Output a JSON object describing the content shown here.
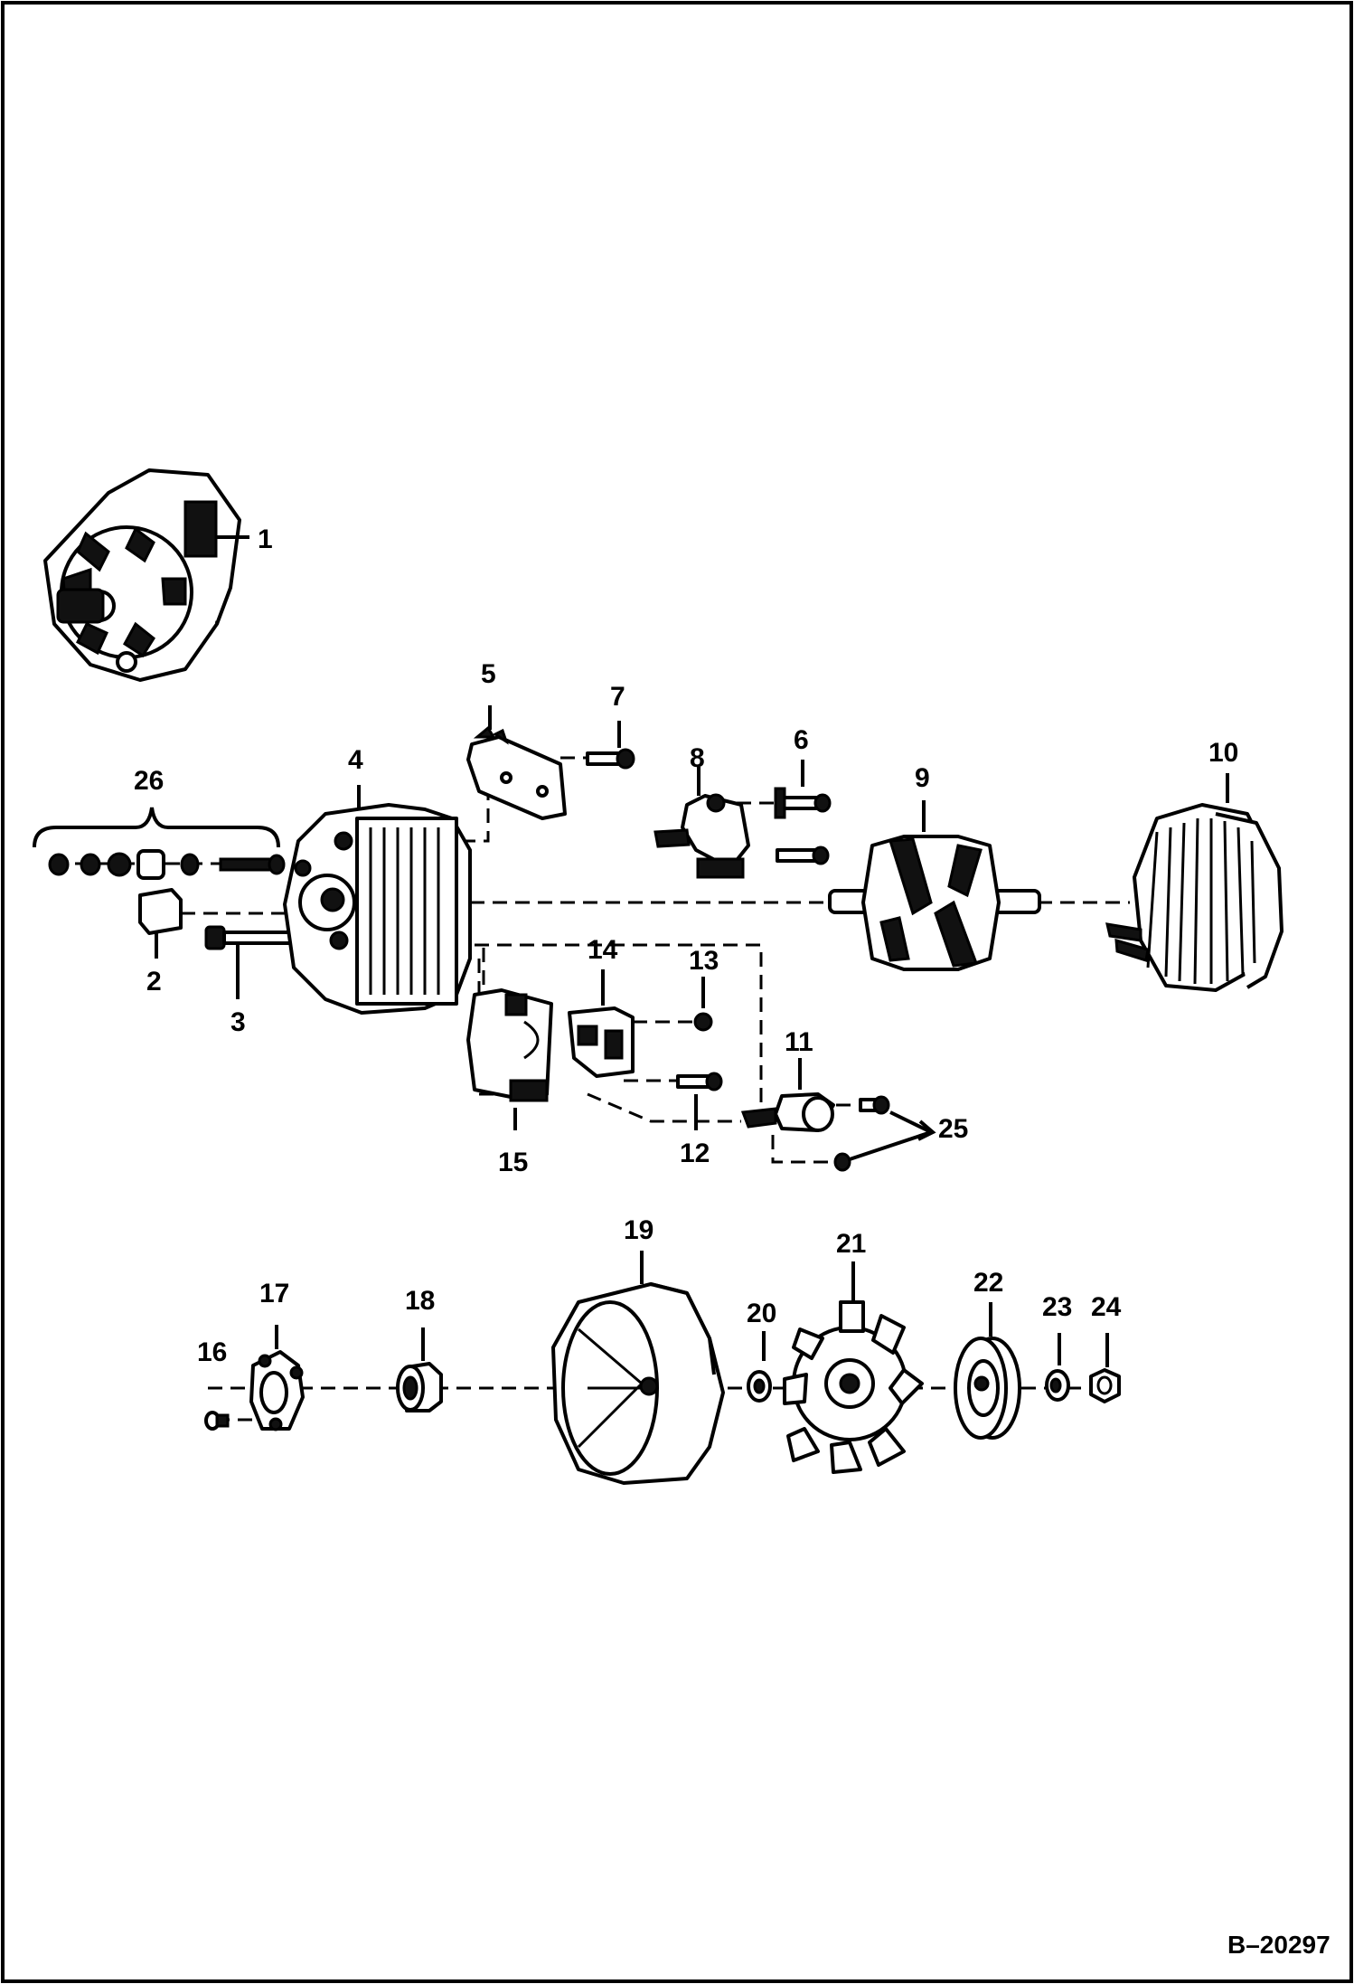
{
  "drawing_number": "B–20297",
  "callouts": {
    "c1": "1",
    "c2": "2",
    "c3": "3",
    "c4": "4",
    "c5": "5",
    "c6": "6",
    "c7": "7",
    "c8": "8",
    "c9": "9",
    "c10": "10",
    "c11": "11",
    "c12": "12",
    "c13": "13",
    "c14": "14",
    "c15": "15",
    "c16": "16",
    "c17": "17",
    "c18": "18",
    "c19": "19",
    "c20": "20",
    "c21": "21",
    "c22": "22",
    "c23": "23",
    "c24": "24",
    "c25": "25",
    "c26": "26"
  }
}
